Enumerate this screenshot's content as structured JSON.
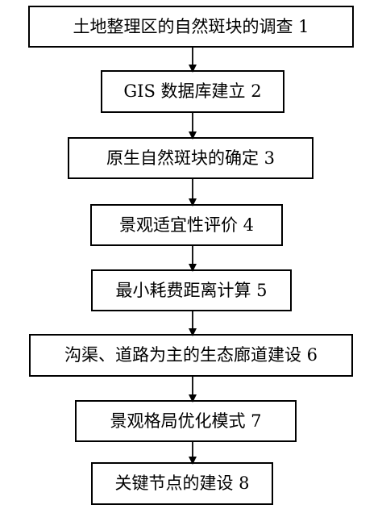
{
  "steps": [
    {
      "label": "土地整理区的自然斑块的调查 1"
    },
    {
      "label": "GIS 数据库建立 2"
    },
    {
      "label": "原生自然斑块的确定 3"
    },
    {
      "label": "景观适宜性评价 4"
    },
    {
      "label": "最小耗费距离计算 5"
    },
    {
      "label": "沟渠、道路为主的生态廊道建设 6"
    },
    {
      "label": "景观格局优化模式 7"
    },
    {
      "label": "关键节点的建设 8"
    }
  ]
}
